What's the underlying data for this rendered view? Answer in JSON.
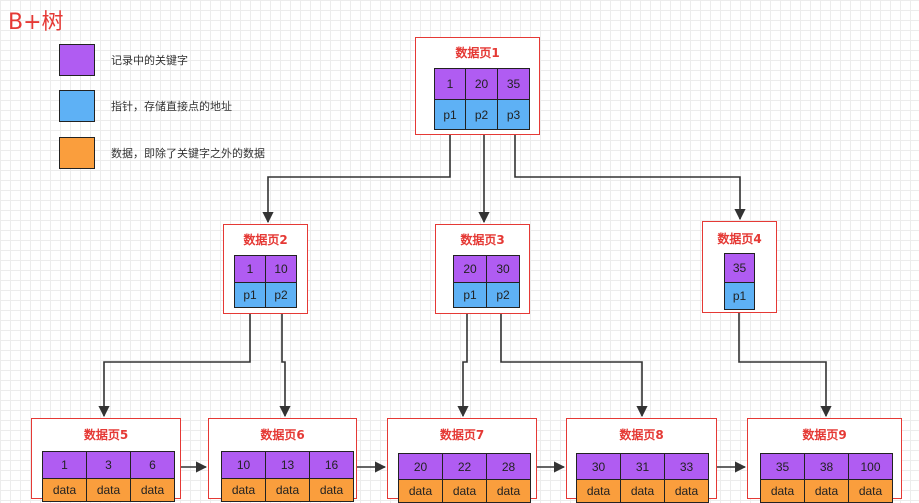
{
  "title": "B+树",
  "legend": [
    {
      "label": "记录中的关键字",
      "color": "#b05cf2"
    },
    {
      "label": "指针，存储直接点的地址",
      "color": "#5eb1f5"
    },
    {
      "label": "数据，即除了关键字之外的数据",
      "color": "#fa9e3d"
    }
  ],
  "colors": {
    "key": "#b05cf2",
    "pointer": "#5eb1f5",
    "data": "#fa9e3d",
    "page_border": "#e53935",
    "arrow": "#333333"
  },
  "pages": {
    "p1": {
      "title": "数据页1",
      "keys": [
        "1",
        "20",
        "35"
      ],
      "pointers": [
        "p1",
        "p2",
        "p3"
      ]
    },
    "p2": {
      "title": "数据页2",
      "keys": [
        "1",
        "10"
      ],
      "pointers": [
        "p1",
        "p2"
      ]
    },
    "p3": {
      "title": "数据页3",
      "keys": [
        "20",
        "30"
      ],
      "pointers": [
        "p1",
        "p2"
      ]
    },
    "p4": {
      "title": "数据页4",
      "keys": [
        "35"
      ],
      "pointers": [
        "p1"
      ]
    },
    "p5": {
      "title": "数据页5",
      "keys": [
        "1",
        "3",
        "6"
      ],
      "data": [
        "data",
        "data",
        "data"
      ]
    },
    "p6": {
      "title": "数据页6",
      "keys": [
        "10",
        "13",
        "16"
      ],
      "data": [
        "data",
        "data",
        "data"
      ]
    },
    "p7": {
      "title": "数据页7",
      "keys": [
        "20",
        "22",
        "28"
      ],
      "data": [
        "data",
        "data",
        "data"
      ]
    },
    "p8": {
      "title": "数据页8",
      "keys": [
        "30",
        "31",
        "33"
      ],
      "data": [
        "data",
        "data",
        "data"
      ]
    },
    "p9": {
      "title": "数据页9",
      "keys": [
        "35",
        "38",
        "100"
      ],
      "data": [
        "data",
        "data",
        "data"
      ]
    }
  }
}
